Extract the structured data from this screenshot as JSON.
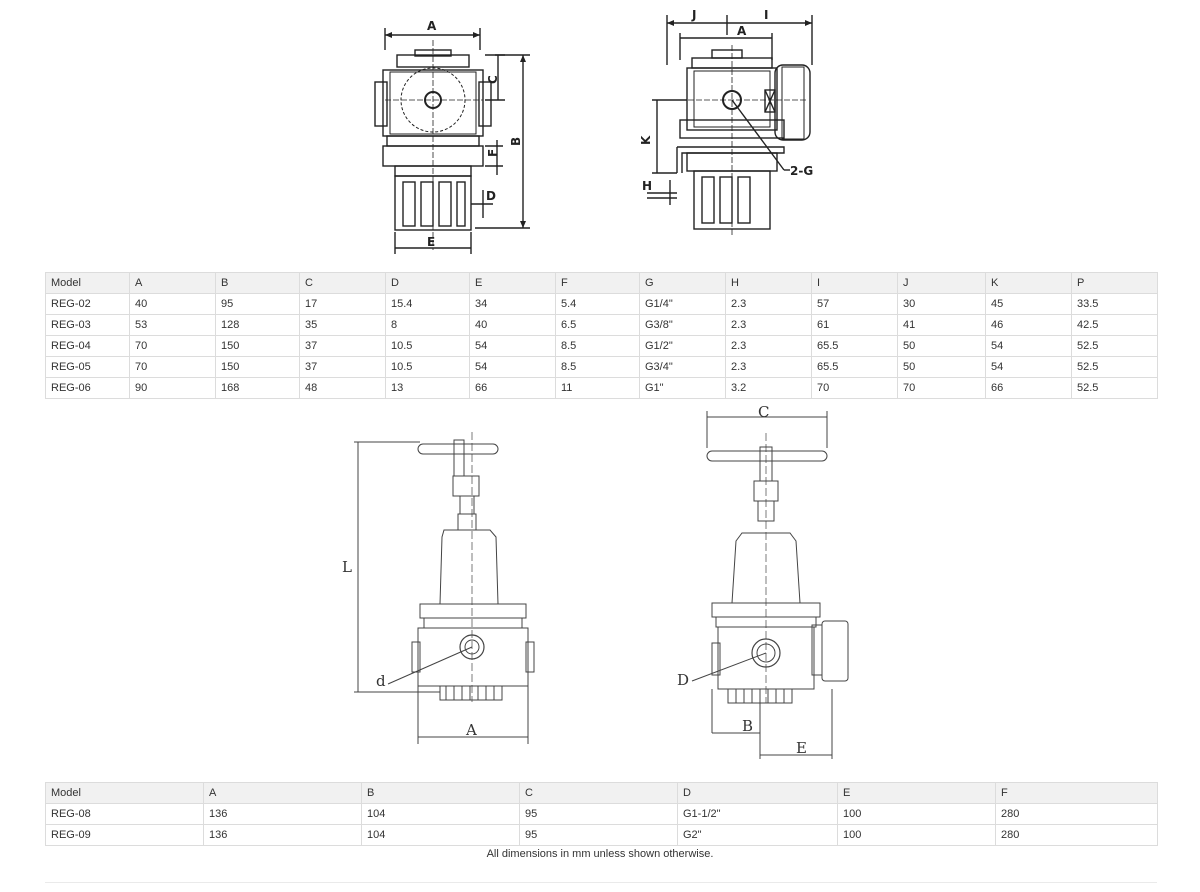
{
  "drawing1_left": {
    "labels": {
      "A": "A",
      "B": "B",
      "C": "C",
      "D": "D",
      "E": "E",
      "F": "F"
    }
  },
  "drawing1_right": {
    "labels": {
      "J": "J",
      "I": "I",
      "A": "A",
      "K": "K",
      "H": "H",
      "G": "2-G"
    }
  },
  "table1": {
    "headers": [
      "Model",
      "A",
      "B",
      "C",
      "D",
      "E",
      "F",
      "G",
      "H",
      "I",
      "J",
      "K",
      "P"
    ],
    "rows": [
      [
        "REG-02",
        "40",
        "95",
        "17",
        "15.4",
        "34",
        "5.4",
        "G1/4\"",
        "2.3",
        "57",
        "30",
        "45",
        "33.5"
      ],
      [
        "REG-03",
        "53",
        "128",
        "35",
        "8",
        "40",
        "6.5",
        "G3/8\"",
        "2.3",
        "61",
        "41",
        "46",
        "42.5"
      ],
      [
        "REG-04",
        "70",
        "150",
        "37",
        "10.5",
        "54",
        "8.5",
        "G1/2\"",
        "2.3",
        "65.5",
        "50",
        "54",
        "52.5"
      ],
      [
        "REG-05",
        "70",
        "150",
        "37",
        "10.5",
        "54",
        "8.5",
        "G3/4\"",
        "2.3",
        "65.5",
        "50",
        "54",
        "52.5"
      ],
      [
        "REG-06",
        "90",
        "168",
        "48",
        "13",
        "66",
        "11",
        "G1\"",
        "3.2",
        "70",
        "70",
        "66",
        "52.5"
      ]
    ]
  },
  "drawing2_left": {
    "labels": {
      "L": "L",
      "d": "d",
      "A": "A"
    }
  },
  "drawing2_right": {
    "labels": {
      "C": "C",
      "D": "D",
      "B": "B",
      "E": "E"
    }
  },
  "table2": {
    "headers": [
      "Model",
      "A",
      "B",
      "C",
      "D",
      "E",
      "F"
    ],
    "rows": [
      [
        "REG-08",
        "136",
        "104",
        "95",
        "G1-1/2\"",
        "100",
        "280"
      ],
      [
        "REG-09",
        "136",
        "104",
        "95",
        "G2\"",
        "100",
        "280"
      ]
    ]
  },
  "footnote": "All dimensions in mm unless shown otherwise."
}
